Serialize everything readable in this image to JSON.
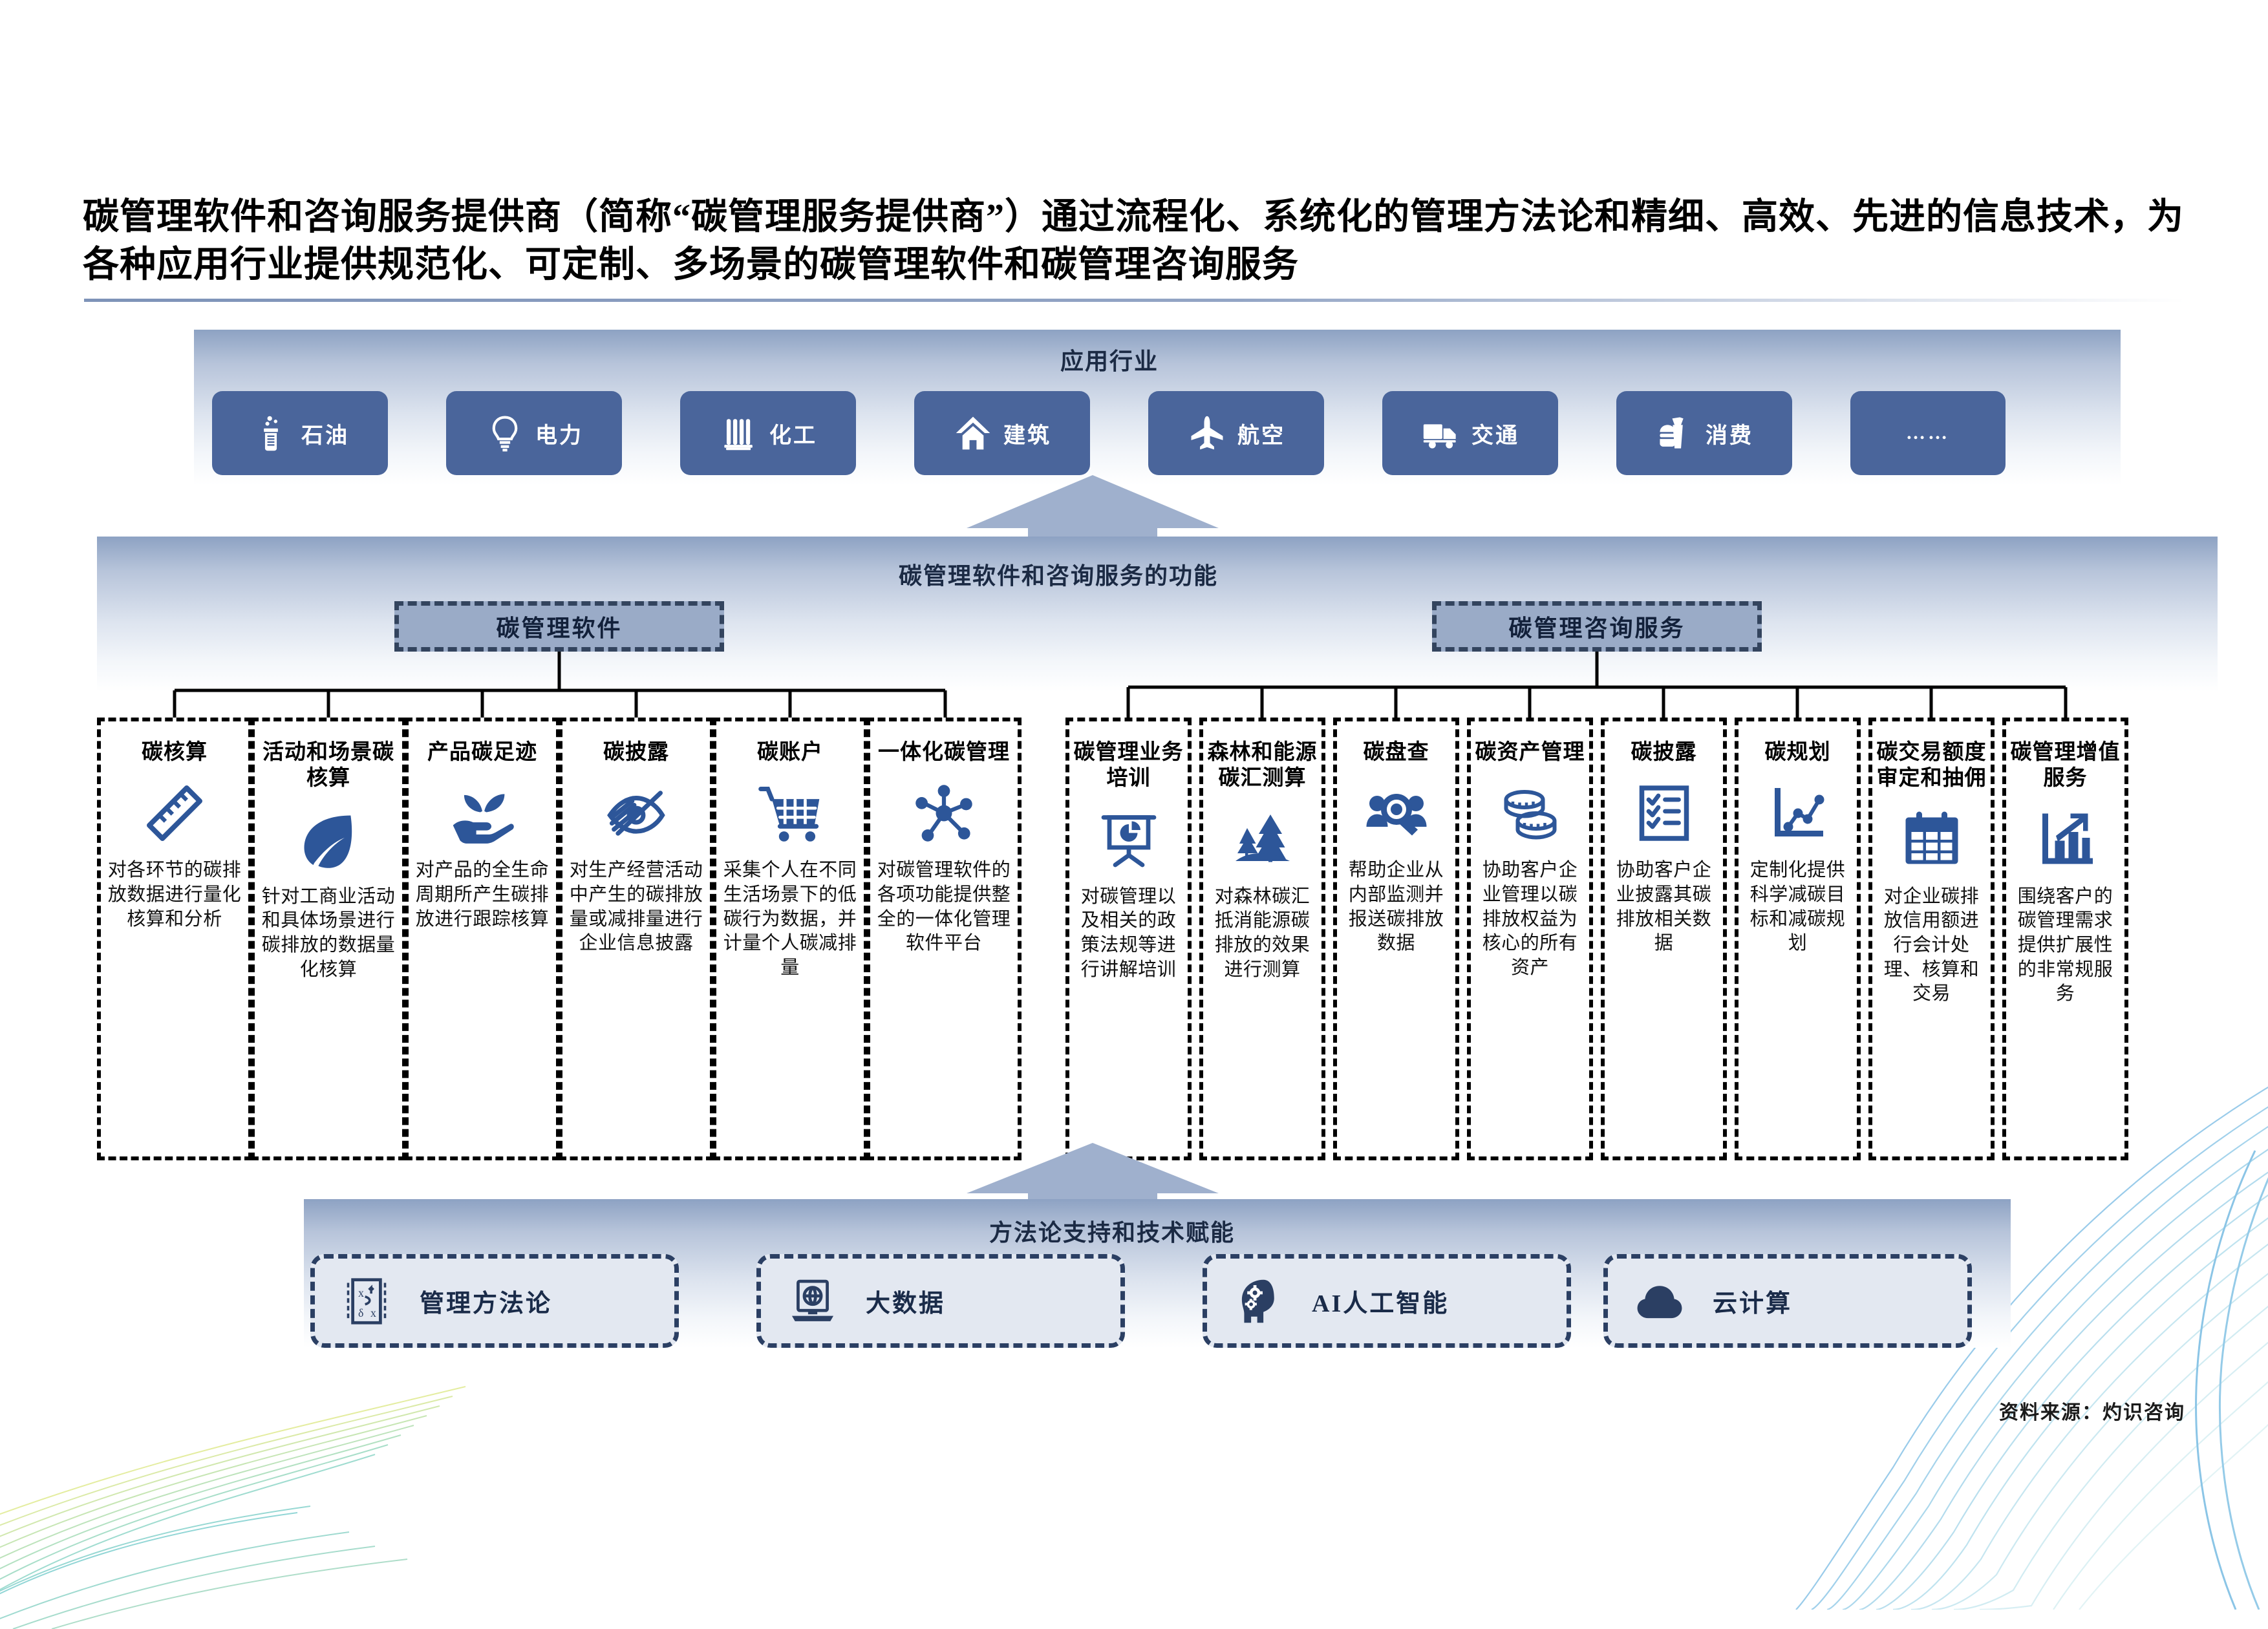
{
  "title": "碳管理软件和咨询服务提供商（简称“碳管理服务提供商”）通过流程化、系统化的管理方法论和精细、高效、先进的信息技术，为各种应用行业提供规范化、可定制、多场景的碳管理软件和碳管理咨询服务",
  "colors": {
    "tile_blue": "#4a659b",
    "icon_blue": "#2d5699",
    "header_fill": "#9aabc7",
    "header_border": "#33445e",
    "arrow_fill": "#9fb0cd",
    "tech_border": "#2b3f63",
    "panel_top": "#8da2c3"
  },
  "industry": {
    "caption": "应用行业",
    "tiles": [
      {
        "label": "石油",
        "icon": "oil-beaker-icon"
      },
      {
        "label": "电力",
        "icon": "lightbulb-icon"
      },
      {
        "label": "化工",
        "icon": "test-tubes-icon"
      },
      {
        "label": "建筑",
        "icon": "house-icon"
      },
      {
        "label": "航空",
        "icon": "airplane-icon"
      },
      {
        "label": "交通",
        "icon": "truck-icon"
      },
      {
        "label": "消费",
        "icon": "burger-drink-icon"
      },
      {
        "label": "……",
        "icon": "ellipsis-icon"
      }
    ]
  },
  "functions": {
    "caption": "碳管理软件和咨询服务的功能",
    "groups": [
      {
        "id": "software",
        "label": "碳管理软件"
      },
      {
        "id": "consulting",
        "label": "碳管理咨询服务"
      }
    ],
    "cards": [
      {
        "title": "碳核算",
        "icon": "ruler-icon",
        "desc": "对各环节的碳排放数据进行量化核算和分析"
      },
      {
        "title": "活动和场景碳核算",
        "icon": "leaf-icon",
        "desc": "针对工商业活动和具体场景进行碳排放的数据量化核算"
      },
      {
        "title": "产品碳足迹",
        "icon": "hand-sprout-icon",
        "desc": "对产品的全生命周期所产生碳排放进行跟踪核算"
      },
      {
        "title": "碳披露",
        "icon": "eye-slash-icon",
        "desc": "对生产经营活动中产生的碳排放量或减排量进行企业信息披露"
      },
      {
        "title": "碳账户",
        "icon": "shopping-cart-icon",
        "desc": "采集个人在不同生活场景下的低碳行为数据，并计量个人碳减排量"
      },
      {
        "title": "一体化碳管理",
        "icon": "network-hub-icon",
        "desc": "对碳管理软件的各项功能提供整全的一体化管理软件平台"
      },
      {
        "title": "碳管理业务培训",
        "icon": "presentation-chart-icon",
        "desc": "对碳管理以及相关的政策法规等进行讲解培训"
      },
      {
        "title": "森林和能源碳汇测算",
        "icon": "forest-trees-icon",
        "desc": "对森林碳汇抵消能源碳排放的效果进行测算"
      },
      {
        "title": "碳盘查",
        "icon": "people-magnifier-icon",
        "desc": "帮助企业从内部监测并报送碳排放数据"
      },
      {
        "title": "碳资产管理",
        "icon": "coins-stack-icon",
        "desc": "协助客户企业管理以碳排放权益为核心的所有资产"
      },
      {
        "title": "碳披露",
        "icon": "checklist-icon",
        "desc": "协助客户企业披露其碳排放相关数据"
      },
      {
        "title": "碳规划",
        "icon": "line-chart-icon",
        "desc": "定制化提供科学减碳目标和减碳规划"
      },
      {
        "title": "碳交易额度审定和抽佣",
        "icon": "calendar-icon",
        "desc": "对企业碳排放信用额进行会计处理、核算和交易"
      },
      {
        "title": "碳管理增值服务",
        "icon": "bar-chart-arrow-icon",
        "desc": "围绕客户的碳管理需求提供扩展性的非常规服务"
      }
    ]
  },
  "tech": {
    "caption": "方法论支持和技术赋能",
    "tiles": [
      {
        "label": "管理方法论",
        "icon": "methodology-icon"
      },
      {
        "label": "大数据",
        "icon": "laptop-globe-icon"
      },
      {
        "label": "AI人工智能",
        "icon": "ai-brain-gear-icon"
      },
      {
        "label": "云计算",
        "icon": "cloud-icon"
      }
    ]
  },
  "source": "资料来源：灼识咨询"
}
